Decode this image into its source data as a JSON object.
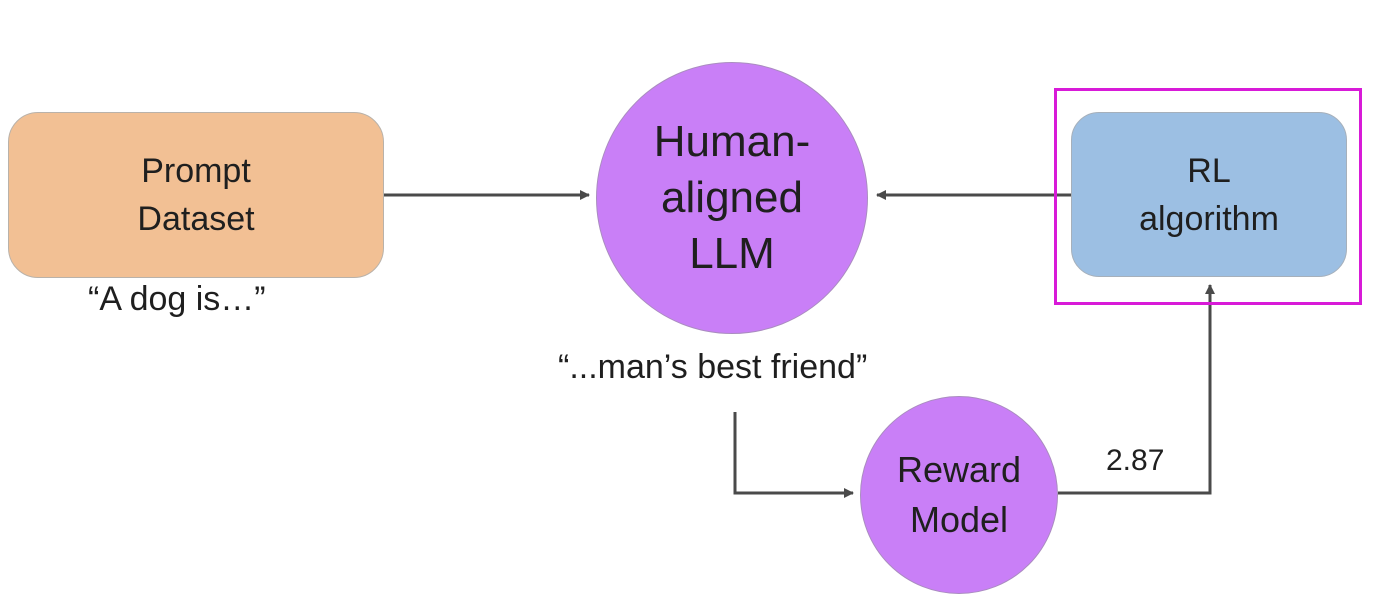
{
  "nodes": {
    "prompt_dataset": {
      "line1": "Prompt",
      "line2": "Dataset",
      "caption": "“A dog is…”",
      "color": "#f2c094"
    },
    "human_aligned_llm": {
      "line1": "Human-",
      "line2": "aligned",
      "line3": "LLM",
      "caption": "“...man’s best friend”",
      "color": "#c97ff7"
    },
    "rl_algorithm": {
      "line1": "RL",
      "line2": "algorithm",
      "color": "#9cbfe3",
      "highlighted": true,
      "highlight_color": "#d81ad8"
    },
    "reward_model": {
      "line1": "Reward",
      "line2": "Model",
      "color": "#c97ff7"
    }
  },
  "edges": [
    {
      "from": "prompt_dataset",
      "to": "human_aligned_llm"
    },
    {
      "from": "rl_algorithm",
      "to": "human_aligned_llm"
    },
    {
      "from": "human_aligned_llm",
      "to": "reward_model"
    },
    {
      "from": "reward_model",
      "to": "rl_algorithm",
      "label": "2.87"
    }
  ],
  "colors": {
    "arrow": "#4a4a4a"
  }
}
